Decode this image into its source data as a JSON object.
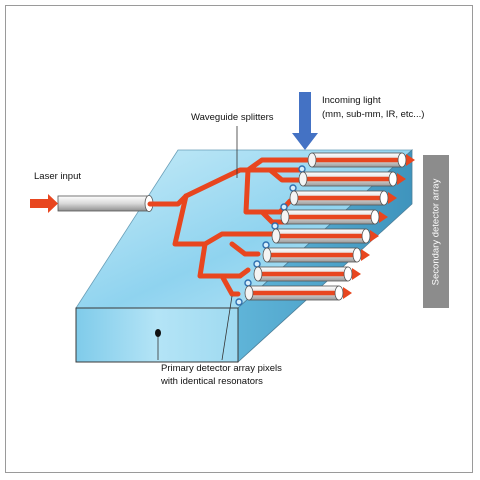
{
  "labels": {
    "laser_input": "Laser input",
    "waveguide_splitters": "Waveguide splitters",
    "incoming_light_line1": "Incoming light",
    "incoming_light_line2": "(mm, sub-mm, IR, etc...)",
    "secondary_array": "Secondary detector array",
    "primary_array_line1": "Primary detector array pixels",
    "primary_array_line2": "with identical resonators"
  },
  "colors": {
    "waveguide": "#e8461f",
    "slab_top": "#a9ddf2",
    "slab_front": "#8fd0ec",
    "fiber": "#e9e9e9",
    "incoming_arrow": "#4472c4",
    "resonator": "#2e6fb0",
    "secondary_array": "#8c8c8c"
  },
  "fiber_count": 8
}
